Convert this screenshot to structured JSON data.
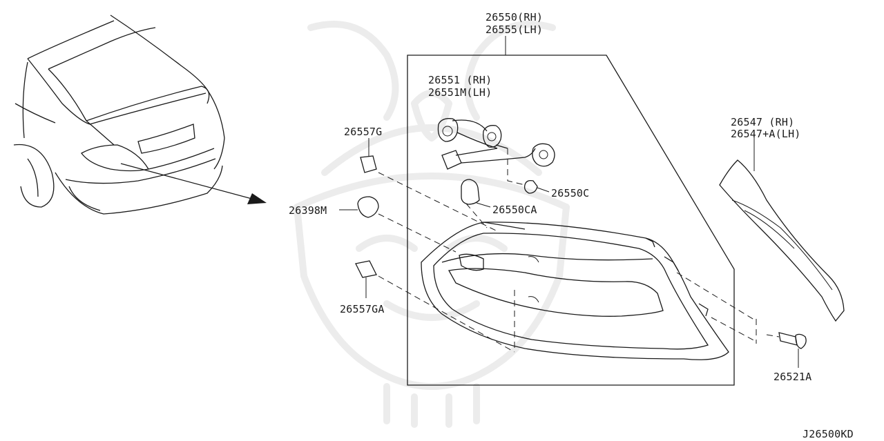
{
  "diagram": {
    "labels": {
      "tail_lamp_assembly_rh": "26550(RH)",
      "tail_lamp_assembly_lh": "26555(LH)",
      "socket_harness_rh": "26551  (RH)",
      "socket_harness_lh": "26551M(LH)",
      "bulb_c": "26550C",
      "bulb_ca": "26550CA",
      "clip_g": "26557G",
      "clip_m": "26398M",
      "clip_ga": "26557GA",
      "finisher_rh": "26547  (RH)",
      "finisher_lh": "26547+A(LH)",
      "bolt": "26521A",
      "diagram_code": "J26500KD"
    },
    "colors": {
      "ink": "#1a1a1a",
      "watermark": "#ececec"
    }
  }
}
